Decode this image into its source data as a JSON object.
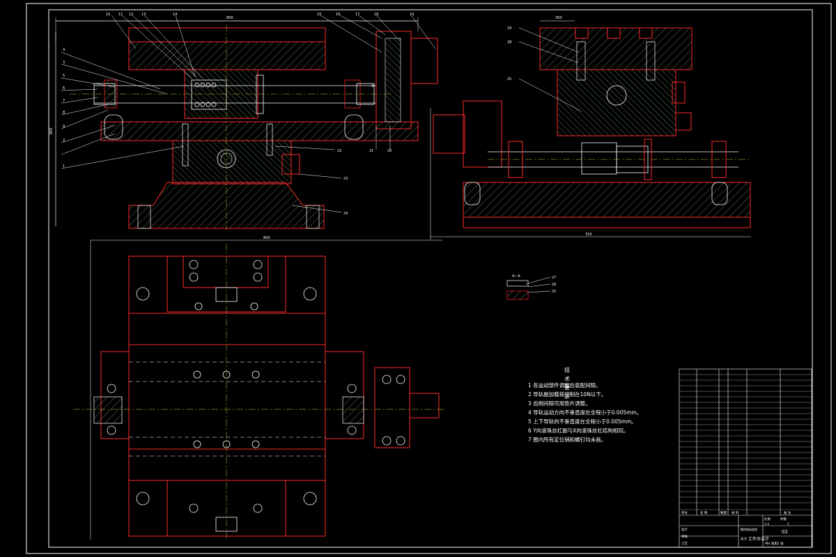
{
  "drawing": {
    "scale_top": "800",
    "scale_right": "300",
    "scale_bottom": "800",
    "section_label": "A—A",
    "section_mark": "A",
    "leaders_left": [
      "10",
      "11",
      "12",
      "13",
      "14",
      "15",
      "16",
      "17",
      "18",
      "19",
      "4",
      "3",
      "5",
      "6",
      "7",
      "8",
      "9",
      "2",
      "1",
      "22",
      "21",
      "20",
      "23",
      "24"
    ],
    "leaders_right": [
      "29",
      "28",
      "25"
    ],
    "leaders_section": [
      "27",
      "26",
      "25"
    ],
    "dims": {
      "right_width": "316",
      "left_height": "800"
    }
  },
  "tech_notes": {
    "title": "技术要求",
    "items": [
      "1 各运动部件调整后装配间隙。",
      "2 导轨副加载荷控制在10N以下。",
      "3 齿侧间隙可用垫片调整。",
      "4 导轨运动方向不垂直度在全程小于0.005mm。",
      "5 上下导轨的不垂直度在全程小于0.005mm。",
      "6 Y向滚珠丝杠副与X向滚珠丝杠结构相同。",
      "7 图内所有定位销和螺钉均未画。"
    ]
  },
  "title_block": {
    "drawing_name": "X-Y 工作台设计",
    "project": "数控铣床改造",
    "drawing_no": "02",
    "scale_label": "比例",
    "qty_label": "件数",
    "scale_value": "1:1",
    "qty_value": "1",
    "sheet": "共4 张第2 张",
    "roles": [
      "设计",
      "审核",
      "工艺"
    ],
    "col_headers": [
      "序号",
      "名 称",
      "数量",
      "材 料",
      "备 注"
    ]
  }
}
